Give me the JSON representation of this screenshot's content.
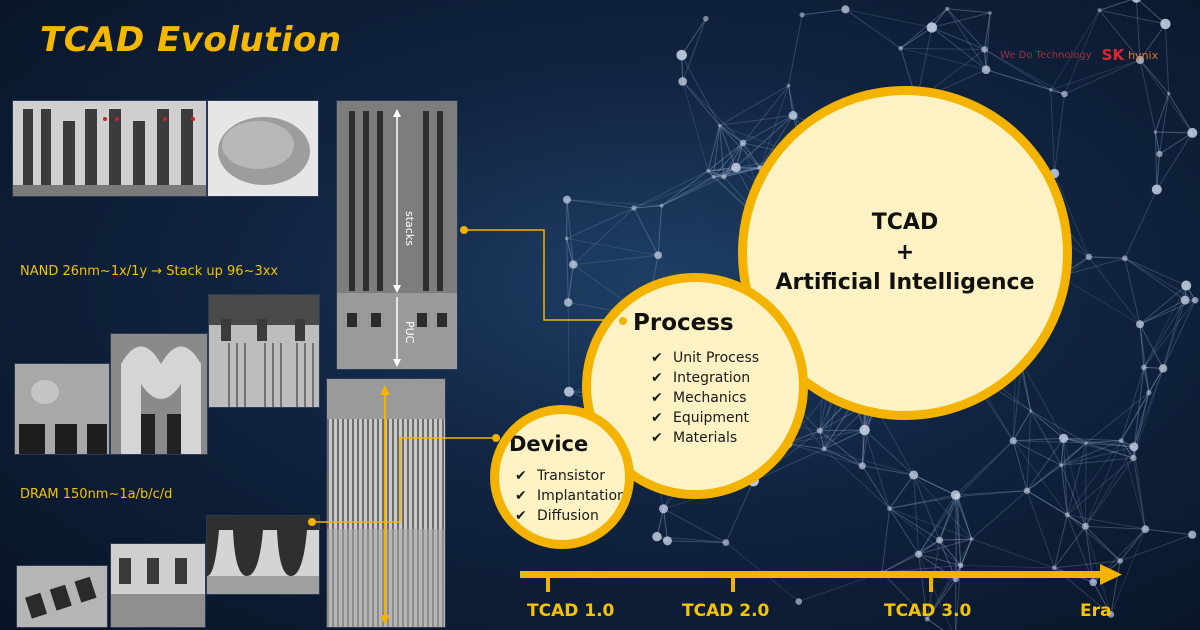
{
  "title": "TCAD Evolution",
  "logo": {
    "tagline": "We Do Technology",
    "brand": "SK",
    "brand_sub": "hynix"
  },
  "nand_label": "NAND 26nm~1x/1y → Stack up 96~3xx",
  "dram_label": "DRAM 150nm~1a/b/c/d",
  "micrograph_labels": {
    "stacks": "stacks",
    "puc": "PUC"
  },
  "circles": {
    "ai": {
      "line1": "TCAD",
      "line2": "+",
      "line3": "Artificial Intelligence"
    },
    "process": {
      "title": "Process",
      "items": [
        "Unit Process",
        "Integration",
        "Mechanics",
        "Equipment",
        "Materials"
      ]
    },
    "device": {
      "title": "Device",
      "items": [
        "Transistor",
        "Implantation",
        "Diffusion"
      ]
    }
  },
  "timeline": {
    "labels": [
      "TCAD 1.0",
      "TCAD 2.0",
      "TCAD 3.0",
      "Era"
    ]
  },
  "colors": {
    "accent": "#f3b300",
    "title": "#f5b800",
    "circle_fill": "#fdf2c4"
  }
}
